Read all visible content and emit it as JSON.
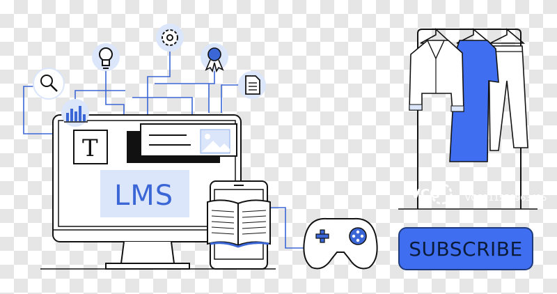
{
  "monitor": {
    "label": "LMS",
    "text_tool_glyph": "T"
  },
  "cta": {
    "subscribe_label": "SUBSCRIBE"
  },
  "watermark": {
    "logo": "VCG",
    "text": "VCG211550963415"
  },
  "icons": [
    "search-icon",
    "bar-chart-icon",
    "lightbulb-icon",
    "gear-icon",
    "award-ribbon-icon",
    "document-icon",
    "image-icon",
    "book-icon",
    "gamepad-icon",
    "clothes-rack-icon"
  ],
  "colors": {
    "accent_blue": "#3f6ff0",
    "light_blue": "#dbe6fb",
    "outline": "#111111",
    "line_blue": "#3b66d6"
  }
}
